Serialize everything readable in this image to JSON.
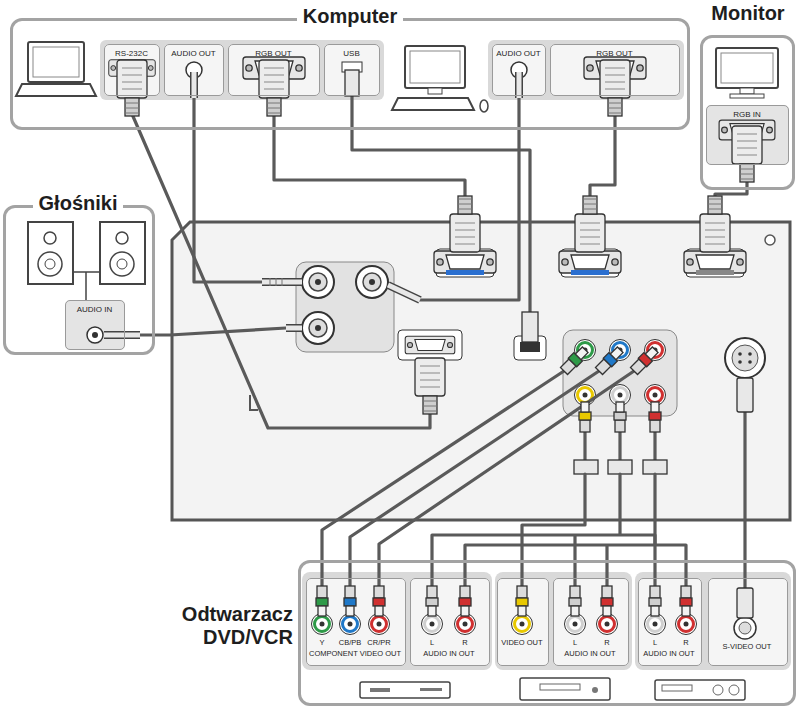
{
  "diagram": {
    "nodes": [
      {
        "text": [
          "Komputer"
        ]
      },
      {
        "text": [
          "RS-232C"
        ],
        "in": 0
      },
      {
        "text": [
          "AUDIO OUT"
        ],
        "in": 0
      },
      {
        "text": [
          "RGB OUT"
        ],
        "in": 0
      },
      {
        "text": [
          "USB"
        ],
        "in": 0
      },
      {
        "text": [
          "AUDIO OUT"
        ],
        "in": 0
      },
      {
        "text": [
          "RGB OUT"
        ],
        "in": 0
      },
      {
        "text": [
          "Monitor"
        ]
      },
      {
        "text": [
          "RGB IN"
        ],
        "in": 7
      },
      {
        "text": [
          "Głośniki"
        ]
      },
      {
        "text": [
          "AUDIO IN"
        ],
        "in": 9
      },
      {
        "text": [
          "Odtwarzacz DVD/VCR"
        ]
      },
      {
        "text": [
          "Y",
          "CB/PB",
          "CR/PR",
          "COMPONENT VIDEO OUT"
        ],
        "in": 11
      },
      {
        "text": [
          "L",
          "R",
          "AUDIO IN OUT"
        ],
        "in": 11
      },
      {
        "text": [
          "VIDEO OUT"
        ],
        "in": 11
      },
      {
        "text": [
          "L",
          "R",
          "AUDIO IN OUT"
        ],
        "in": 11
      },
      {
        "text": [
          "L",
          "R",
          "AUDIO IN OUT"
        ],
        "in": 11
      },
      {
        "text": [
          "S-VIDEO OUT"
        ],
        "in": 11
      }
    ]
  }
}
